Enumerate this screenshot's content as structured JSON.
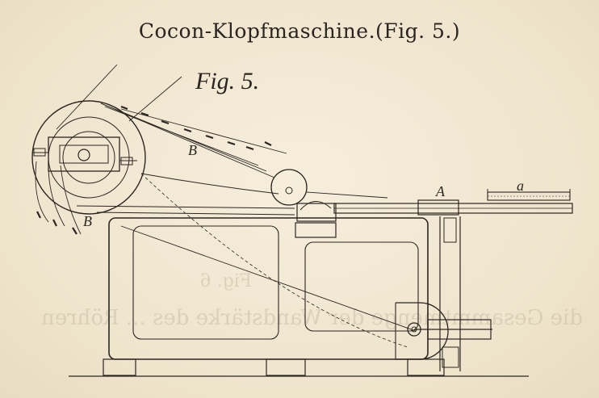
{
  "plate": {
    "title": "Cocon-Klopfmaschine.(Fig. 5.)",
    "figure_label": "Fig. 5.",
    "parts": {
      "reel_b_upper": "B",
      "reel_b_lower": "B",
      "table_a_upper": "A",
      "tray_a_lower": "a"
    },
    "bleed_through": {
      "line1": "die Gesammtmenge der Wandstärke des ... Röhren",
      "line2": "Fig. 6"
    }
  }
}
